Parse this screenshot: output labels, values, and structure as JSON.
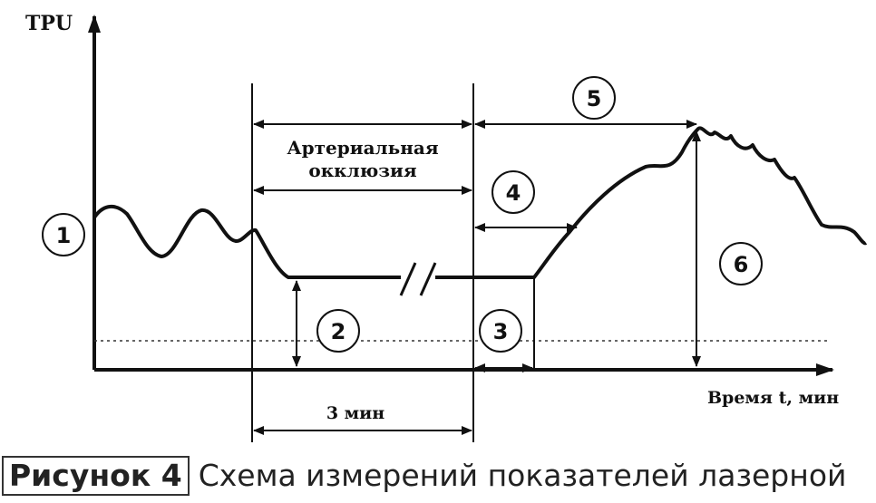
{
  "figure": {
    "y_axis_label": "TPU",
    "x_axis_label": "Время t, мин",
    "occlusion_label_line1": "Артериальная",
    "occlusion_label_line2": "окклюзия",
    "duration_label": "3 мин",
    "markers": [
      "1",
      "2",
      "3",
      "4",
      "5",
      "6"
    ],
    "caption_label": "Рисунок 4",
    "caption_text": "Схема измерений показателей лазерной"
  }
}
